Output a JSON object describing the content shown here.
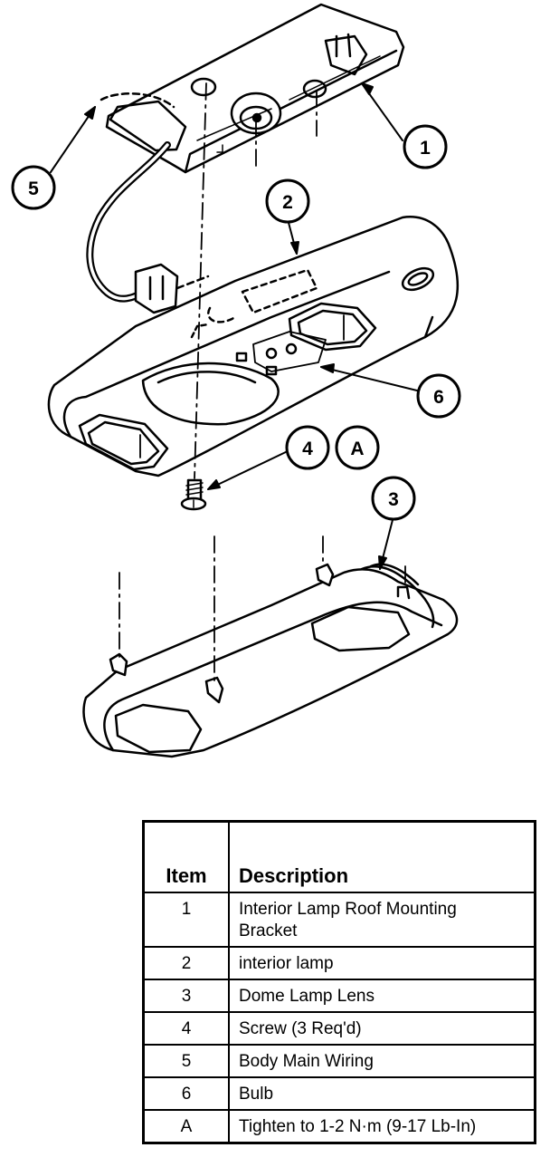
{
  "callouts": [
    "1",
    "2",
    "3",
    "4",
    "A",
    "5",
    "6"
  ],
  "legend": {
    "header": {
      "item": "Item",
      "description": "Description"
    },
    "rows": [
      {
        "item": "1",
        "description": "Interior Lamp Roof Mounting Bracket"
      },
      {
        "item": "2",
        "description": "interior lamp"
      },
      {
        "item": "3",
        "description": "Dome Lamp Lens"
      },
      {
        "item": "4",
        "description": "Screw (3 Req'd)"
      },
      {
        "item": "5",
        "description": "Body Main Wiring"
      },
      {
        "item": "6",
        "description": "Bulb"
      },
      {
        "item": "A",
        "description": "Tighten to 1-2 N·m (9-17 Lb-In)"
      }
    ]
  }
}
